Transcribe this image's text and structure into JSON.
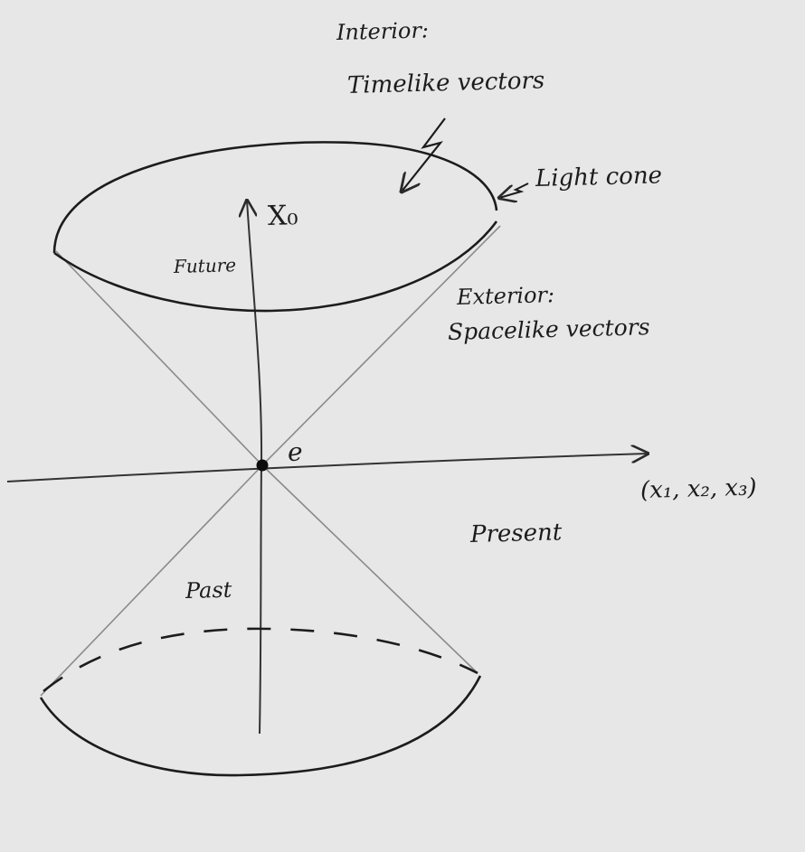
{
  "labels": {
    "interior": "Interior:",
    "timelike": "Timelike vectors",
    "light_cone": "Light cone",
    "time_axis": "X₀",
    "future": "Future",
    "exterior": "Exterior:",
    "spacelike": "Spacelike vectors",
    "event": "e",
    "space_axis": "(x₁, x₂, x₃)",
    "present": "Present",
    "past": "Past"
  },
  "colors": {
    "paper": "#e7e7e7",
    "ink": "#1c1c1c",
    "pencil": "#8a8a8a"
  }
}
